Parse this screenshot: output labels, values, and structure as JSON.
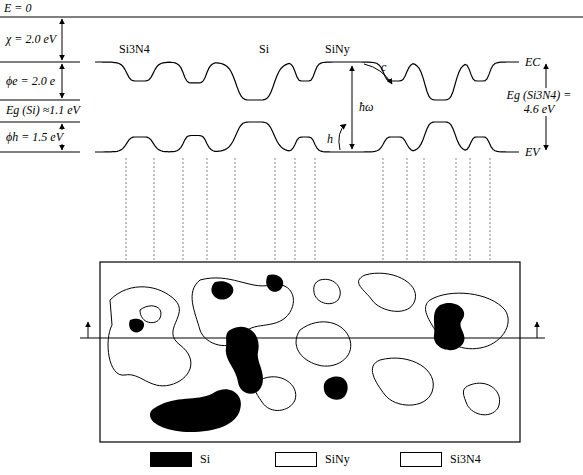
{
  "diagram": {
    "labels": [
      "E = 0",
      "χ = 2.0 eV",
      "ϕe = 2.0 e",
      "Eg (Si) ≈1.1 eV",
      "ϕh = 1.5 eV",
      "Si3N4",
      "Si",
      "SiNy",
      "EC",
      "EV",
      "c",
      "ħω",
      "h",
      "Eg (Si3N4) = 4.6 eV"
    ],
    "legend": [
      {
        "text": "Si",
        "color": "#000000"
      },
      {
        "text": "SiNy",
        "color": "#ffffff"
      },
      {
        "text": "Si3N4",
        "color": "#ffffff"
      }
    ]
  }
}
